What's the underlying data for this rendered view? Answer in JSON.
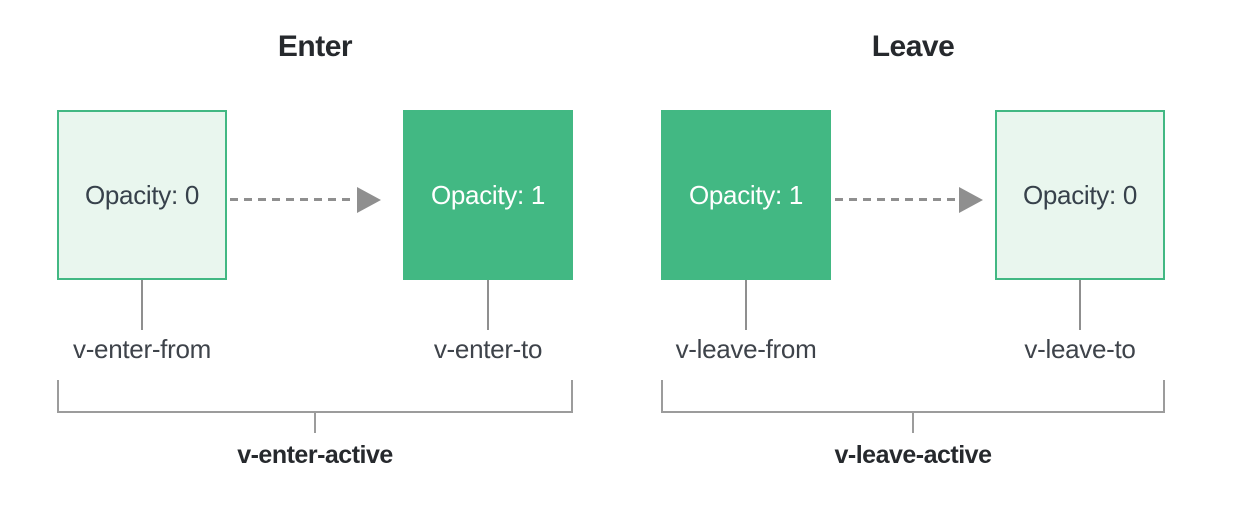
{
  "diagram": {
    "description": "Vue transition classes diagram",
    "colors": {
      "brand_green": "#42b883",
      "light_green_fill": "#e9f6ee",
      "line_gray": "#8f8f8f",
      "bracket_gray": "#9c9c9c",
      "text_dark": "#26292d"
    },
    "sections": [
      {
        "title": "Enter",
        "from_box_label": "Opacity: 0",
        "to_box_label": "Opacity: 1",
        "from_class": "v-enter-from",
        "to_class": "v-enter-to",
        "active_class": "v-enter-active"
      },
      {
        "title": "Leave",
        "from_box_label": "Opacity: 1",
        "to_box_label": "Opacity: 0",
        "from_class": "v-leave-from",
        "to_class": "v-leave-to",
        "active_class": "v-leave-active"
      }
    ]
  }
}
